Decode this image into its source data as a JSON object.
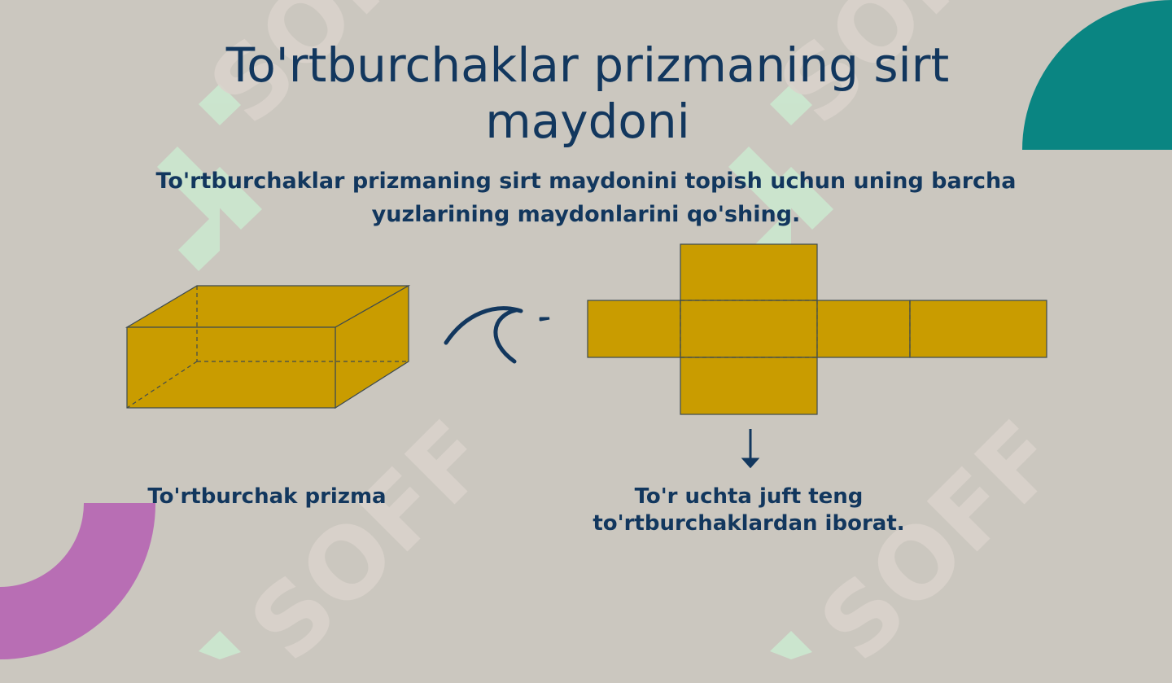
{
  "slide": {
    "title": "To'rtburchaklar prizmaning sirt maydoni",
    "subtitle": "To'rtburchaklar prizmaning sirt maydonini topish uchun uning barcha yuzlarining maydonlarini qo'shing.",
    "left_caption": "To'rtburchak prizma",
    "right_caption": "To'r uchta juft teng to'rtburchaklardan iborat."
  },
  "watermark": {
    "text": "SOFF"
  },
  "colors": {
    "background": "#cbc7bf",
    "title": "#12375e",
    "shape_fill": "#c99c00",
    "shape_stroke": "#3d4a50",
    "teal_accent": "#0a8582",
    "magenta_accent": "#b86eb4",
    "watermark_logo": "#cbe8cf"
  },
  "icons": [
    "curved-arrow-icon",
    "down-arrow-icon"
  ]
}
